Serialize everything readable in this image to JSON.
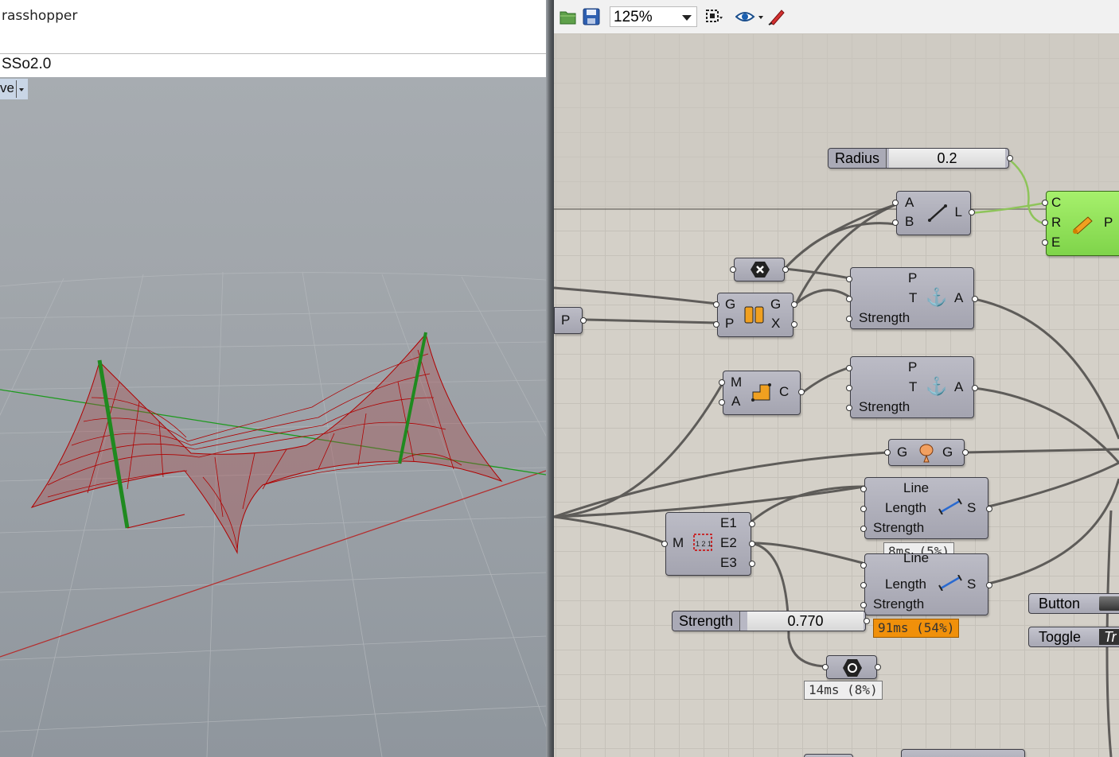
{
  "rhino": {
    "title": "rasshopper",
    "command_text": "SSo2.0",
    "viewport_label": "ve"
  },
  "grasshopper": {
    "toolbar": {
      "zoom": "125%",
      "icons": [
        "open-icon",
        "save-icon",
        "zoom-extents-icon",
        "preview-eye-icon",
        "sketch-pen-icon"
      ]
    },
    "radius_slider": {
      "label": "Radius",
      "value": "0.2"
    },
    "line_component": {
      "inputs": [
        "A",
        "B"
      ],
      "output": "L"
    },
    "pipe_component": {
      "inputs": [
        "C",
        "R",
        "E"
      ],
      "output": "P"
    },
    "anchor1": {
      "inputs": [
        "P",
        "T",
        "Strength"
      ],
      "output": "A"
    },
    "anchor2": {
      "inputs": [
        "P",
        "T",
        "Strength"
      ],
      "output": "A"
    },
    "grip_component": {
      "inputs": [
        "G",
        "P"
      ],
      "outputs": [
        "G",
        "X"
      ]
    },
    "p_param": {
      "label": "P"
    },
    "mesh_corner": {
      "inputs": [
        "M",
        "A"
      ],
      "output": "C"
    },
    "show_component": {
      "input": "G",
      "output": "G"
    },
    "edges_component": {
      "input": "M",
      "outputs": [
        "E1",
        "E2",
        "E3"
      ]
    },
    "length1": {
      "inputs": [
        "Line",
        "Length",
        "Strength"
      ],
      "output": "S",
      "timing": "8ms (5%)"
    },
    "length2": {
      "inputs": [
        "Line",
        "Length",
        "Strength"
      ],
      "output": "S",
      "timing": "91ms (54%)"
    },
    "strength_slider": {
      "label": "Strength",
      "value": "0.770"
    },
    "solver_timing": "14ms (8%)",
    "button_label": "Button",
    "toggle": {
      "label": "Toggle",
      "value": "Tr"
    }
  },
  "colors": {
    "mesh_red": "#b00000",
    "pole_green": "#1f8a1f",
    "pipe_green": "#8ee05a",
    "hot_timing": "#f0900a"
  }
}
